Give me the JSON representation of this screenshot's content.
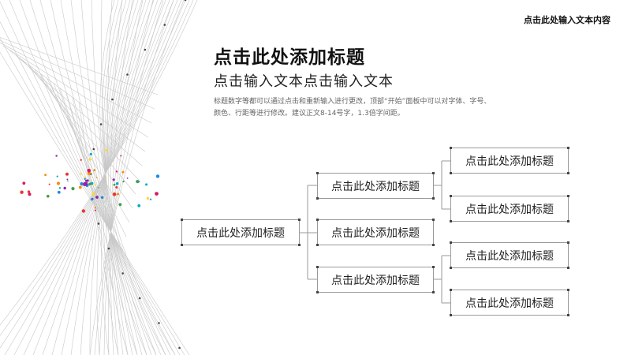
{
  "header": {
    "top_right_text": "点击此处输入文本内容"
  },
  "title": "点击此处添加标题",
  "subtitle": "点击输入文本点击输入文本",
  "body_text": "标题数字等都可以通过点击和重新输入进行更改，顶部“开始”面板中可以对字体、字号、颜色、行距等进行修改。建议正文8-14号字，1.3倍字间距。",
  "tree": {
    "root": "点击此处添加标题",
    "level1": [
      "点击此处添加标题",
      "点击此处添加标题",
      "点击此处添加标题"
    ],
    "level2": [
      "点击此处添加标题",
      "点击此处添加标题",
      "点击此处添加标题",
      "点击此处添加标题"
    ]
  },
  "colors": {
    "line": "#9a9a9a",
    "dots": [
      "#e53935",
      "#1e88e5",
      "#fdd835",
      "#43a047",
      "#8e24aa",
      "#fb8c00",
      "#00acc1",
      "#d81b60"
    ]
  }
}
